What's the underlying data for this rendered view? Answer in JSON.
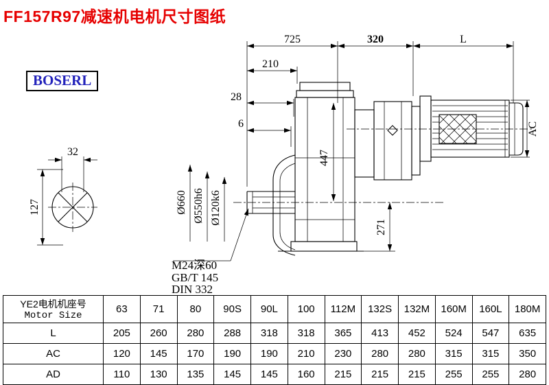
{
  "page": {
    "title": "FF157R97减速机电机尺寸图纸",
    "brand": "BOSERL",
    "title_color": "#e60000",
    "brand_color": "#2222bb",
    "line_color": "#000000"
  },
  "drawing": {
    "dims": {
      "d725": "725",
      "d320": "320",
      "dL": "L",
      "d210": "210",
      "d28": "28",
      "d6": "6",
      "dAC": "AC",
      "d32": "32",
      "d127": "127",
      "d660": "Ø660",
      "d550": "Ø550h6",
      "d120": "Ø120k6",
      "d447": "447",
      "d271": "271"
    },
    "notes": [
      "M24深60",
      "GB/T 145",
      "DIN 332"
    ]
  },
  "table": {
    "header_cn": "YE2电机机座号",
    "header_en": "Motor Size",
    "sizes": [
      "63",
      "71",
      "80",
      "90S",
      "90L",
      "100",
      "112M",
      "132S",
      "132M",
      "160M",
      "160L",
      "180M"
    ],
    "rows": [
      {
        "label": "L",
        "values": [
          "205",
          "260",
          "280",
          "288",
          "318",
          "318",
          "365",
          "413",
          "452",
          "524",
          "547",
          "635"
        ]
      },
      {
        "label": "AC",
        "values": [
          "120",
          "145",
          "170",
          "190",
          "190",
          "210",
          "230",
          "280",
          "280",
          "315",
          "315",
          "350"
        ]
      },
      {
        "label": "AD",
        "values": [
          "110",
          "130",
          "135",
          "145",
          "145",
          "160",
          "215",
          "215",
          "215",
          "255",
          "255",
          "280"
        ]
      }
    ]
  }
}
